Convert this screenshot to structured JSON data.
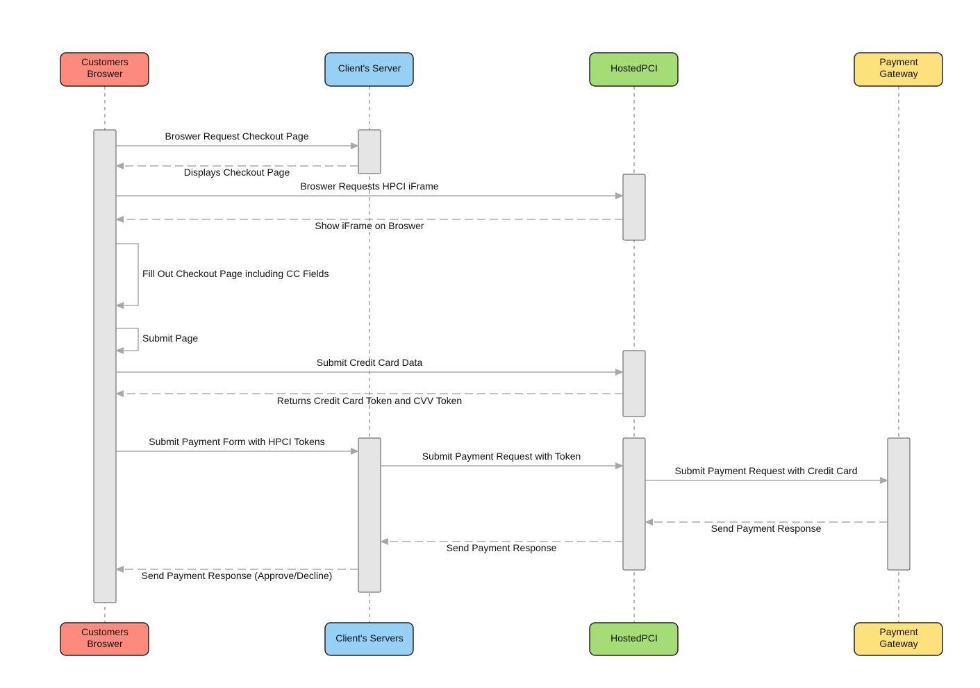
{
  "participants": [
    {
      "id": "browser",
      "top_label": [
        "Customers",
        "Broswer"
      ],
      "bottom_label": [
        "Customers",
        "Broswer"
      ],
      "color": "#fc8b7e"
    },
    {
      "id": "client",
      "top_label": [
        "Client's Server"
      ],
      "bottom_label": [
        "Client's Servers"
      ],
      "color": "#97d0f5"
    },
    {
      "id": "hpci",
      "top_label": [
        "HostedPCI"
      ],
      "bottom_label": [
        "HostedPCI"
      ],
      "color": "#a6dc76"
    },
    {
      "id": "gateway",
      "top_label": [
        "Payment",
        "Gateway"
      ],
      "bottom_label": [
        "Payment",
        "Gateway"
      ],
      "color": "#fde17a"
    }
  ],
  "messages": [
    {
      "label": "Broswer Request Checkout Page",
      "from": "browser",
      "to": "client",
      "style": "solid"
    },
    {
      "label": "Displays Checkout Page",
      "from": "client",
      "to": "browser",
      "style": "dashed"
    },
    {
      "label": "Broswer Requests HPCI iFrame",
      "from": "browser",
      "to": "hpci",
      "style": "solid"
    },
    {
      "label": "Show iFrame on Broswer",
      "from": "hpci",
      "to": "browser",
      "style": "dashed"
    },
    {
      "label": "Fill Out Checkout Page including CC Fields",
      "from": "browser",
      "to": "browser",
      "style": "self"
    },
    {
      "label": "Submit Page",
      "from": "browser",
      "to": "browser",
      "style": "self"
    },
    {
      "label": "Submit Credit Card Data",
      "from": "browser",
      "to": "hpci",
      "style": "solid"
    },
    {
      "label": "Returns Credit Card Token and CVV Token",
      "from": "hpci",
      "to": "browser",
      "style": "dashed"
    },
    {
      "label": "Submit Payment Form with HPCI Tokens",
      "from": "browser",
      "to": "client",
      "style": "solid"
    },
    {
      "label": "Submit Payment Request with Token",
      "from": "client",
      "to": "hpci",
      "style": "solid"
    },
    {
      "label": "Submit Payment Request with Credit Card",
      "from": "hpci",
      "to": "gateway",
      "style": "solid"
    },
    {
      "label": "Send Payment Response",
      "from": "gateway",
      "to": "hpci",
      "style": "dashed"
    },
    {
      "label": "Send Payment Response",
      "from": "hpci",
      "to": "client",
      "style": "dashed"
    },
    {
      "label": "Send Payment Response (Approve/Decline)",
      "from": "client",
      "to": "browser",
      "style": "dashed"
    }
  ]
}
